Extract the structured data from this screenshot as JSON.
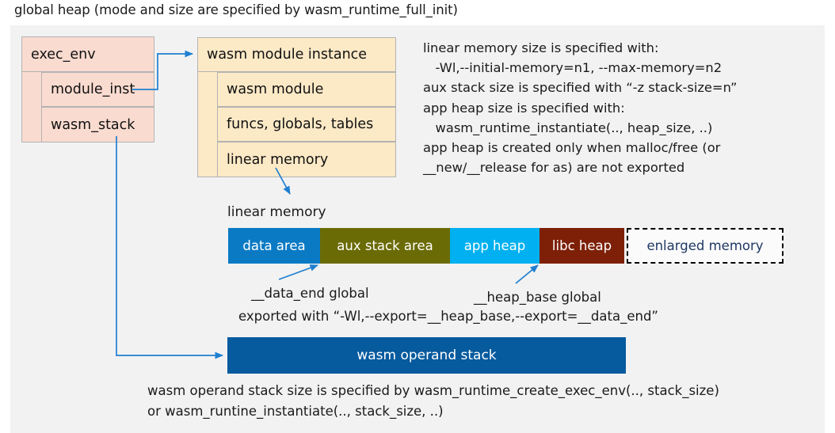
{
  "title": "global heap (mode and size are specified by wasm_runtime_full_init)",
  "exec_env": {
    "header": "exec_env",
    "rows": [
      {
        "label": "module_inst"
      },
      {
        "label": "wasm_stack"
      }
    ]
  },
  "module_instance": {
    "header": "wasm module instance",
    "rows": [
      {
        "label": "wasm module"
      },
      {
        "label": "funcs, globals, tables"
      },
      {
        "label": "linear memory"
      }
    ]
  },
  "notes": {
    "right": "linear memory size is specified with:\n   -Wl,--initial-memory=n1, --max-memory=n2\naux stack size is specified with “-z stack-size=n”\napp heap size is specified with:\n   wasm_runtime_instantiate(.., heap_size, ..)\napp heap is created only when malloc/free (or\n__new/__release for as) are not exported",
    "bottom": "wasm operand stack size is specified by wasm_runtime_create_exec_env(.., stack_size)\nor wasm_runtine_instantiate(.., stack_size, ..)"
  },
  "linear_memory": {
    "label": "linear memory",
    "segments": [
      {
        "label": "data area",
        "color": "#0b7ac4",
        "width": 116
      },
      {
        "label": "aux stack area",
        "color": "#6b6b06",
        "width": 164
      },
      {
        "label": "app heap",
        "color": "#00b0f0",
        "width": 113
      },
      {
        "label": "libc heap",
        "color": "#7d2007",
        "width": 107
      },
      {
        "label": "enlarged memory",
        "color": "#fbfbfb",
        "width": 198
      }
    ]
  },
  "operand_stack": {
    "label": "wasm operand stack",
    "color": "#065a9e"
  },
  "annotations": {
    "data_end": "__data_end global",
    "heap_base": "__heap_base global",
    "exported": "exported with “-Wl,--export=__heap_base,--export=__data_end”"
  },
  "colors": {
    "panel_background": "#f2f2f2",
    "exec_env_fill": "#fadbd0",
    "module_fill": "#fce9c6",
    "connector": "#1f7fd0"
  }
}
